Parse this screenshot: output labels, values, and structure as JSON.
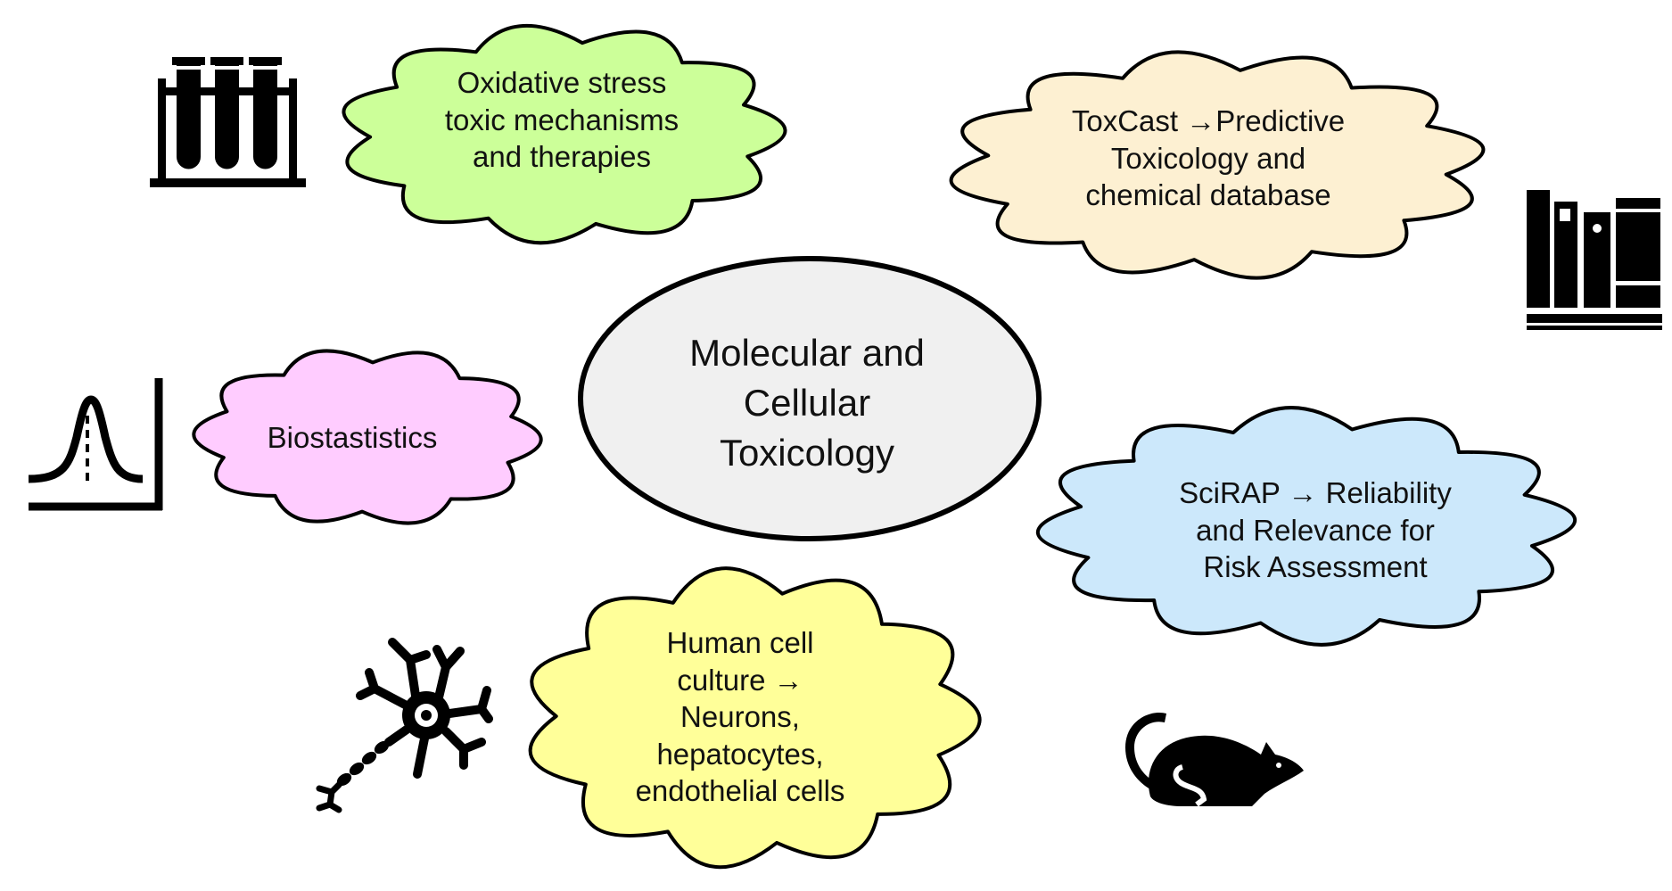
{
  "diagram": {
    "center": {
      "lines": [
        "Molecular and",
        "Cellular",
        "Toxicology"
      ],
      "fill": "#f0f0f0"
    },
    "topics": [
      {
        "id": "oxidative",
        "lines": [
          "Oxidative stress",
          "toxic mechanisms",
          "and therapies"
        ],
        "fill": "#ccff99",
        "icon": "test-tubes-icon"
      },
      {
        "id": "toxcast",
        "lines": [
          "ToxCast →Predictive",
          "Toxicology and",
          "chemical database"
        ],
        "fill": "#fdf0d2",
        "icon": "books-icon"
      },
      {
        "id": "biostat",
        "lines": [
          "Biostastistics"
        ],
        "fill": "#ffccff",
        "icon": "bell-curve-icon"
      },
      {
        "id": "scirap",
        "lines": [
          "SciRAP → Reliability",
          "and Relevance for",
          "Risk Assessment"
        ],
        "fill": "#cce8fb",
        "icon": "rat-icon"
      },
      {
        "id": "humancell",
        "lines": [
          "Human cell",
          "culture →",
          "Neurons,",
          "hepatocytes,",
          "endothelial cells"
        ],
        "fill": "#ffff99",
        "icon": "neuron-icon"
      }
    ],
    "colors": {
      "outline": "#000000",
      "text": "#111111",
      "background": "#ffffff"
    }
  }
}
